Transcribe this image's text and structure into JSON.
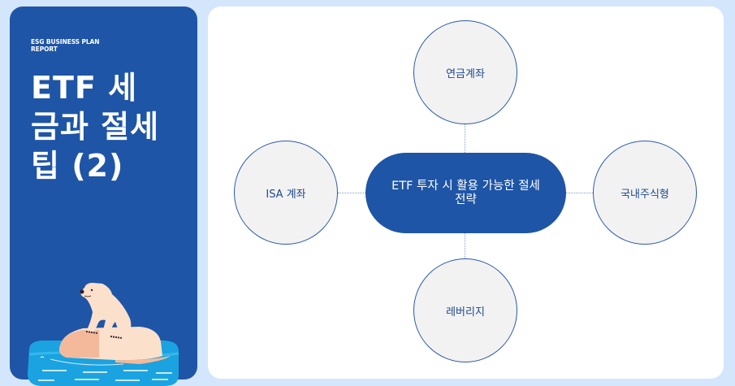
{
  "sidebar": {
    "eyebrow_line1": "ESG BUSINESS PLAN",
    "eyebrow_line2": "REPORT",
    "title_line1": "ETF 세",
    "title_line2": "금과 절세",
    "title_line3": "팁 (2)",
    "illustration": "polar-bear-on-ice-floe"
  },
  "diagram": {
    "center": {
      "label_line1": "ETF 투자 시 활용 가능한 절세",
      "label_line2": "전략"
    },
    "nodes": {
      "top": "연금계좌",
      "left": "ISA 계좌",
      "right": "국내주식형",
      "bottom": "레버리지"
    }
  },
  "colors": {
    "page_background": "#d4e6fc",
    "primary_blue": "#1e55a6",
    "node_fill": "#f2f2f2",
    "node_border": "#2a5ba8",
    "node_text": "#1e4a8c",
    "water": "#1aa3e0",
    "bear": "#fbe0cc"
  }
}
